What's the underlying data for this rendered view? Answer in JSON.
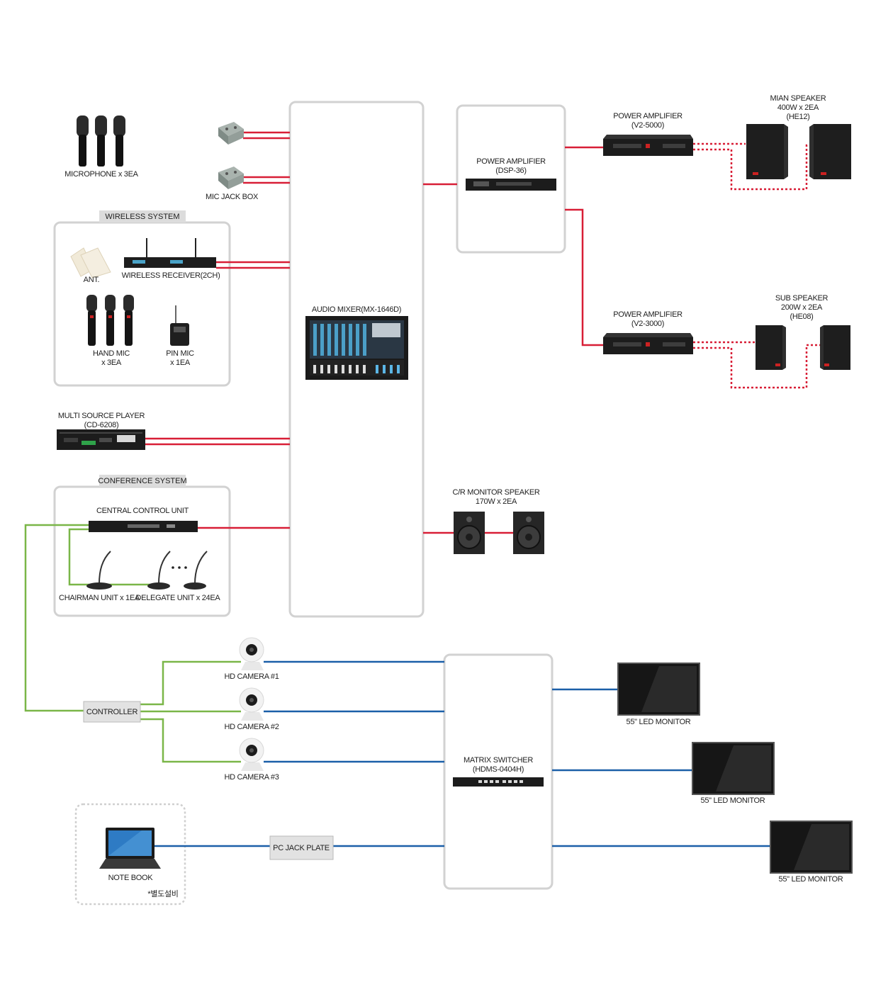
{
  "devices": {
    "microphone": "MICROPHONE x 3EA",
    "mic_jack_box": "MIC JACK BOX",
    "wireless_system": "WIRELESS SYSTEM",
    "ant": "ANT.",
    "wireless_receiver": "WIRELESS RECEIVER(2CH)",
    "hand_mic_1": "HAND MIC",
    "hand_mic_2": "x 3EA",
    "pin_mic_1": "PIN MIC",
    "pin_mic_2": "x 1EA",
    "multi_source_1": "MULTI SOURCE PLAYER",
    "multi_source_2": "(CD-6208)",
    "conference_system": "CONFERENCE SYSTEM",
    "central_control_unit": "CENTRAL CONTROL UNIT",
    "chairman_unit": "CHAIRMAN UNIT x 1EA",
    "delegate_unit": "DELEGATE UNIT x 24EA",
    "audio_mixer": "AUDIO MIXER(MX-1646D)",
    "power_amp_dsp_1": "POWER AMPLIFIER",
    "power_amp_dsp_2": "(DSP-36)",
    "power_amp_main_1": "POWER AMPLIFIER",
    "power_amp_main_2": "(V2-5000)",
    "main_speaker_1": "MIAN SPEAKER",
    "main_speaker_2": "400W x 2EA",
    "main_speaker_3": "(HE12)",
    "power_amp_sub_1": "POWER AMPLIFIER",
    "power_amp_sub_2": "(V2-3000)",
    "sub_speaker_1": "SUB SPEAKER",
    "sub_speaker_2": "200W x 2EA",
    "sub_speaker_3": "(HE08)",
    "monitor_speaker_1": "C/R MONITOR SPEAKER",
    "monitor_speaker_2": "170W x 2EA",
    "controller": "CONTROLLER",
    "camera_1": "HD CAMERA #1",
    "camera_2": "HD CAMERA #2",
    "camera_3": "HD CAMERA #3",
    "matrix_1": "MATRIX SWITCHER",
    "matrix_2": "(HDMS-0404H)",
    "led_monitor_1": "55\" LED MONITOR",
    "led_monitor_2": "55\" LED MONITOR",
    "led_monitor_3": "55\" LED MONITOR",
    "notebook": "NOTE BOOK",
    "separate_equipment": "*별도설비",
    "pc_jack_plate": "PC JACK PLATE"
  },
  "colors": {
    "audio_line": "#d81e36",
    "control_line": "#7ab648",
    "video_line": "#1b5fa8",
    "box_border": "#d2d2d2"
  }
}
